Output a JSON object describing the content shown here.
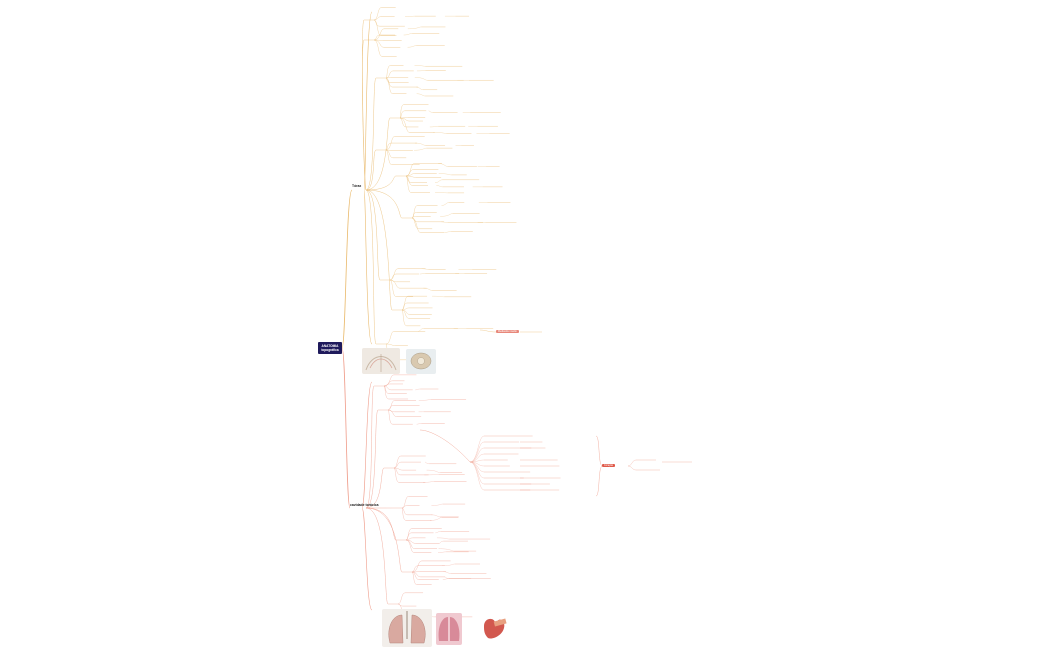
{
  "root": {
    "title_line1": "ANATOMIA",
    "title_line2": "topográfica"
  },
  "branches": [
    {
      "id": "torax",
      "label": "Tórax",
      "color": "#e0a94a"
    },
    {
      "id": "cavidade_toracica",
      "label": "cavidade torácica",
      "color": "#e07b67"
    }
  ],
  "highlights": [
    {
      "id": "hl_top",
      "label": "Mediastino médio",
      "color": "#e8877a"
    },
    {
      "id": "hl_bottom",
      "label": "Coração",
      "color": "#e05a4a"
    }
  ],
  "colors": {
    "root_bg": "#1f1a5c",
    "orange_branch": "#e9b96b",
    "red_branch": "#ef9c8a",
    "text": "#444444"
  }
}
